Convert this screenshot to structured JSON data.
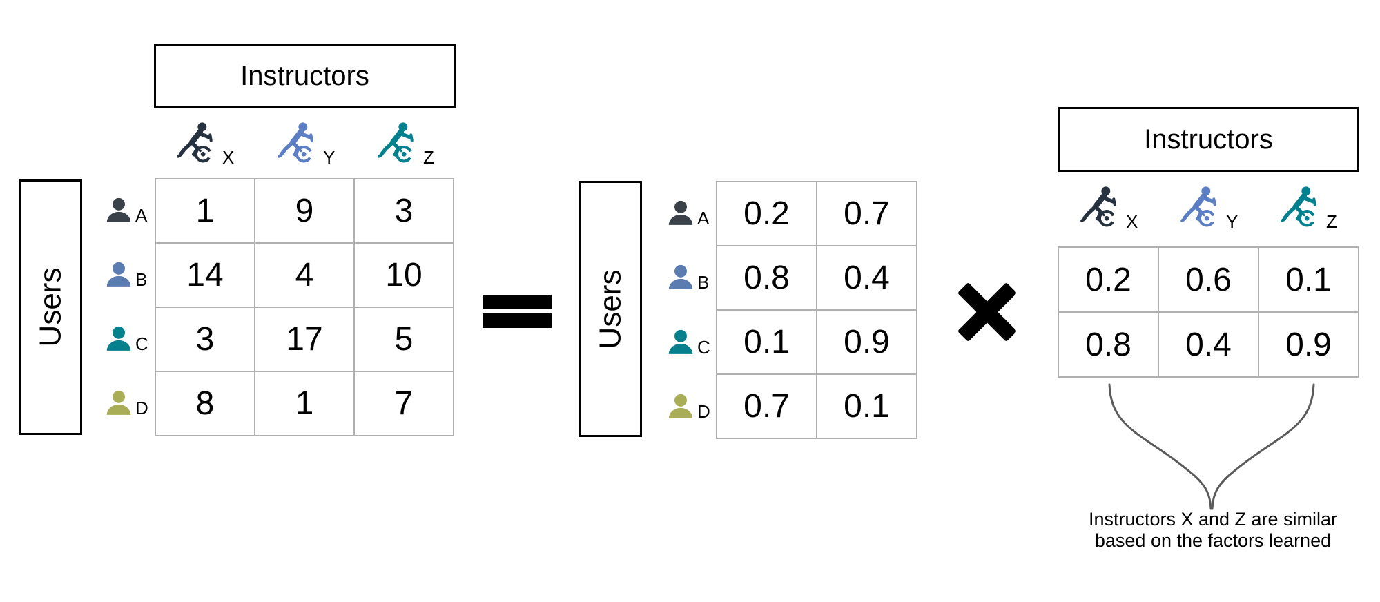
{
  "title_boxes": {
    "left": "Instructors",
    "right": "Instructors"
  },
  "axis_boxes": {
    "left": "Users",
    "middle": "Users"
  },
  "instructors": [
    {
      "id": "X",
      "color": "#263240"
    },
    {
      "id": "Y",
      "color": "#5b7ec4"
    },
    {
      "id": "Z",
      "color": "#03818f"
    }
  ],
  "users": [
    {
      "id": "A",
      "color": "#3a4149"
    },
    {
      "id": "B",
      "color": "#5b7cb1"
    },
    {
      "id": "C",
      "color": "#07808e"
    },
    {
      "id": "D",
      "color": "#a9ad55"
    }
  ],
  "ratings_matrix": {
    "rows": [
      [
        "1",
        "9",
        "3"
      ],
      [
        "14",
        "4",
        "10"
      ],
      [
        "3",
        "17",
        "5"
      ],
      [
        "8",
        "1",
        "7"
      ]
    ]
  },
  "user_factors_matrix": {
    "rows": [
      [
        "0.2",
        "0.7"
      ],
      [
        "0.8",
        "0.4"
      ],
      [
        "0.1",
        "0.9"
      ],
      [
        "0.7",
        "0.1"
      ]
    ]
  },
  "instructor_factors_matrix": {
    "rows": [
      [
        "0.2",
        "0.6",
        "0.1"
      ],
      [
        "0.8",
        "0.4",
        "0.9"
      ]
    ]
  },
  "operators": {
    "equals": "=",
    "times": "×"
  },
  "icons": {
    "user": "person-icon",
    "instructor": "spin-bike-icon",
    "equals": "equals-icon",
    "times": "times-icon",
    "brace": "converging-brace"
  },
  "annotation": {
    "line1": "Instructors X and Z are similar",
    "line2": "based on the factors learned"
  },
  "colors": {
    "grid": "#b0b0b0",
    "box_border": "#000000",
    "operator": "#000000",
    "brace": "#5a5a5a"
  }
}
